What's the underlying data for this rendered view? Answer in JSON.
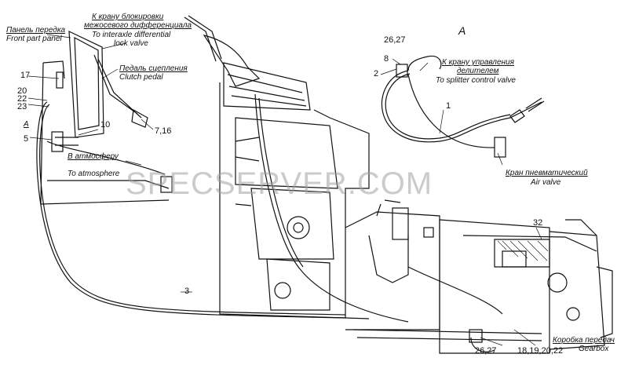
{
  "labels": {
    "front_panel_ru": "Панель передка",
    "front_panel_en": "Front part panel",
    "to_crane_ru1": "К крану блокировки",
    "to_crane_ru2": "межосевого дифференциала",
    "to_crane_en1": "To interaxle differential",
    "to_crane_en2": "lock valve",
    "clutch_ru": "Педаль сцепления",
    "clutch_en": "Clutch pedal",
    "atm_ru": "В атмосферу",
    "atm_en": "To atmosphere",
    "view_a": "A",
    "view_a_left": "A",
    "splitter_ru1": "К крану управления",
    "splitter_ru2": "делителем",
    "splitter_en": "To splitter control valve",
    "air_valve_ru": "Кран пневматический",
    "air_valve_en": "Air valve",
    "gearbox_ru": "Коробка передач",
    "gearbox_en": "Gearbox"
  },
  "callouts": {
    "n17": "17",
    "n20": "20",
    "n22": "22",
    "n23": "23",
    "n5": "5",
    "n10": "10",
    "n716": "7,16",
    "n3": "3",
    "n2627a": "26,27",
    "n8": "8",
    "n2": "2",
    "n1": "1",
    "n32": "32",
    "n2627b": "26,27",
    "n18": "18,19,20,22"
  },
  "watermark": "SPECSERVER.COM"
}
